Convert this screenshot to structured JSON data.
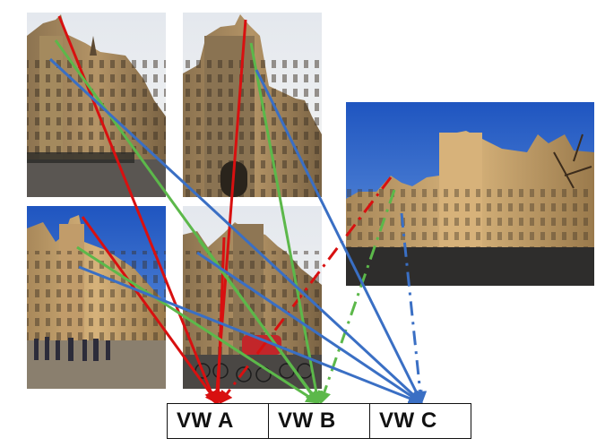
{
  "visual_words": [
    {
      "id": "a",
      "label": "VW A"
    },
    {
      "id": "b",
      "label": "VW B"
    },
    {
      "id": "c",
      "label": "VW C"
    }
  ],
  "colors": {
    "vw_a": "#d81010",
    "vw_b": "#5cb84a",
    "vw_c": "#3a6fc4",
    "sky": "#2f63c6",
    "stone": "#c7a574",
    "shadow_stone": "#6b5636"
  },
  "photos": [
    {
      "id": "photo-top-left",
      "kind": "gothic-tower-facade"
    },
    {
      "id": "photo-top-middle",
      "kind": "tower-front-overcast"
    },
    {
      "id": "photo-bottom-left",
      "kind": "street-with-pedestrians"
    },
    {
      "id": "photo-bottom-middle",
      "kind": "facade-with-bicycles"
    },
    {
      "id": "photo-right",
      "kind": "wide-facade-blue-sky"
    }
  ]
}
